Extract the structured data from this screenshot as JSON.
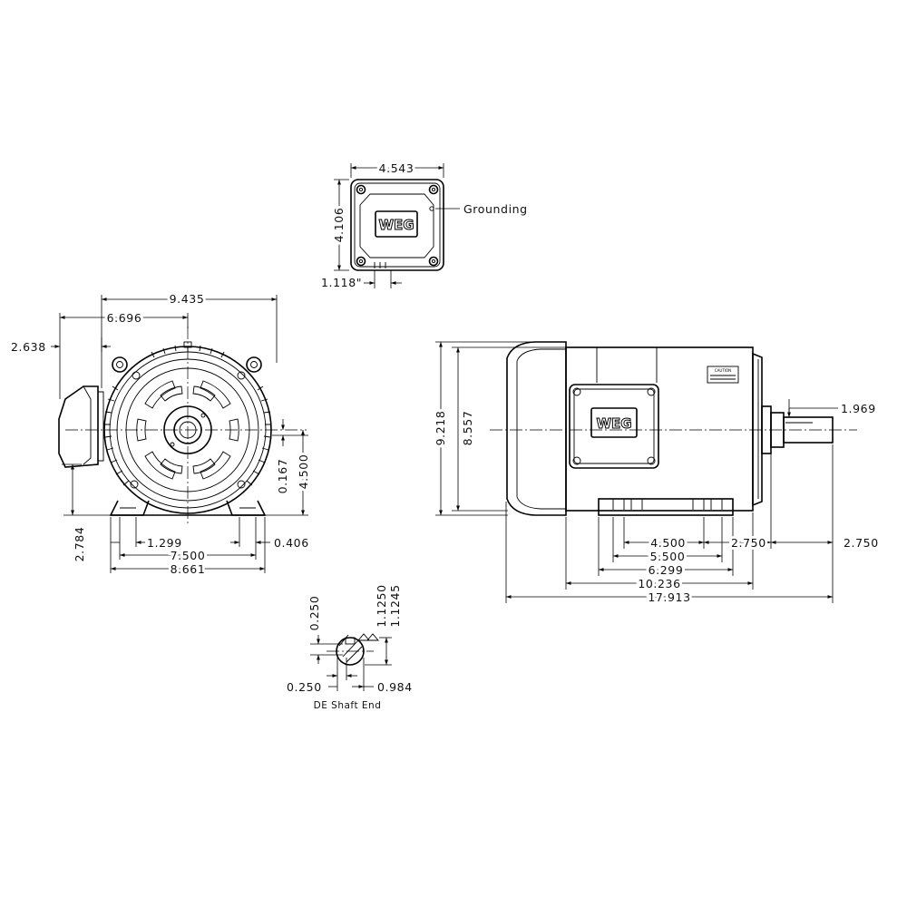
{
  "brand": {
    "logo_text": "WEG",
    "nameplate_text": "CAUTION"
  },
  "terminal_box": {
    "width": "4.543",
    "height": "4.106",
    "grounding_label": "Grounding",
    "gland_offset": "1.118\""
  },
  "front_view": {
    "overall_width": "9.435",
    "box_offset": "6.696",
    "box_projection": "2.638",
    "axis_offset": "0.167",
    "shaft_height": "4.500",
    "box_height": "2.784",
    "foot_slot": "1.299",
    "foot_spacing": "7.500",
    "base_width": "8.661",
    "foot_hole": "0.406"
  },
  "side_view": {
    "overall_height": "9.218",
    "frame_height": "8.557",
    "shaft_diameter": "1.969",
    "foot_spacing_1": "4.500",
    "foot_spacing_2": "5.500",
    "base_length": "6.299",
    "end_to_foot": "2.750",
    "shaft_extension": "2.750",
    "body_length": "10.236",
    "overall_length": "17.913"
  },
  "shaft_end": {
    "caption": "DE Shaft End",
    "key_width": "0.250",
    "key_depth": "0.250",
    "diameter_max": "1.1250",
    "diameter_min": "1.1245",
    "key_seat": "0.984"
  }
}
